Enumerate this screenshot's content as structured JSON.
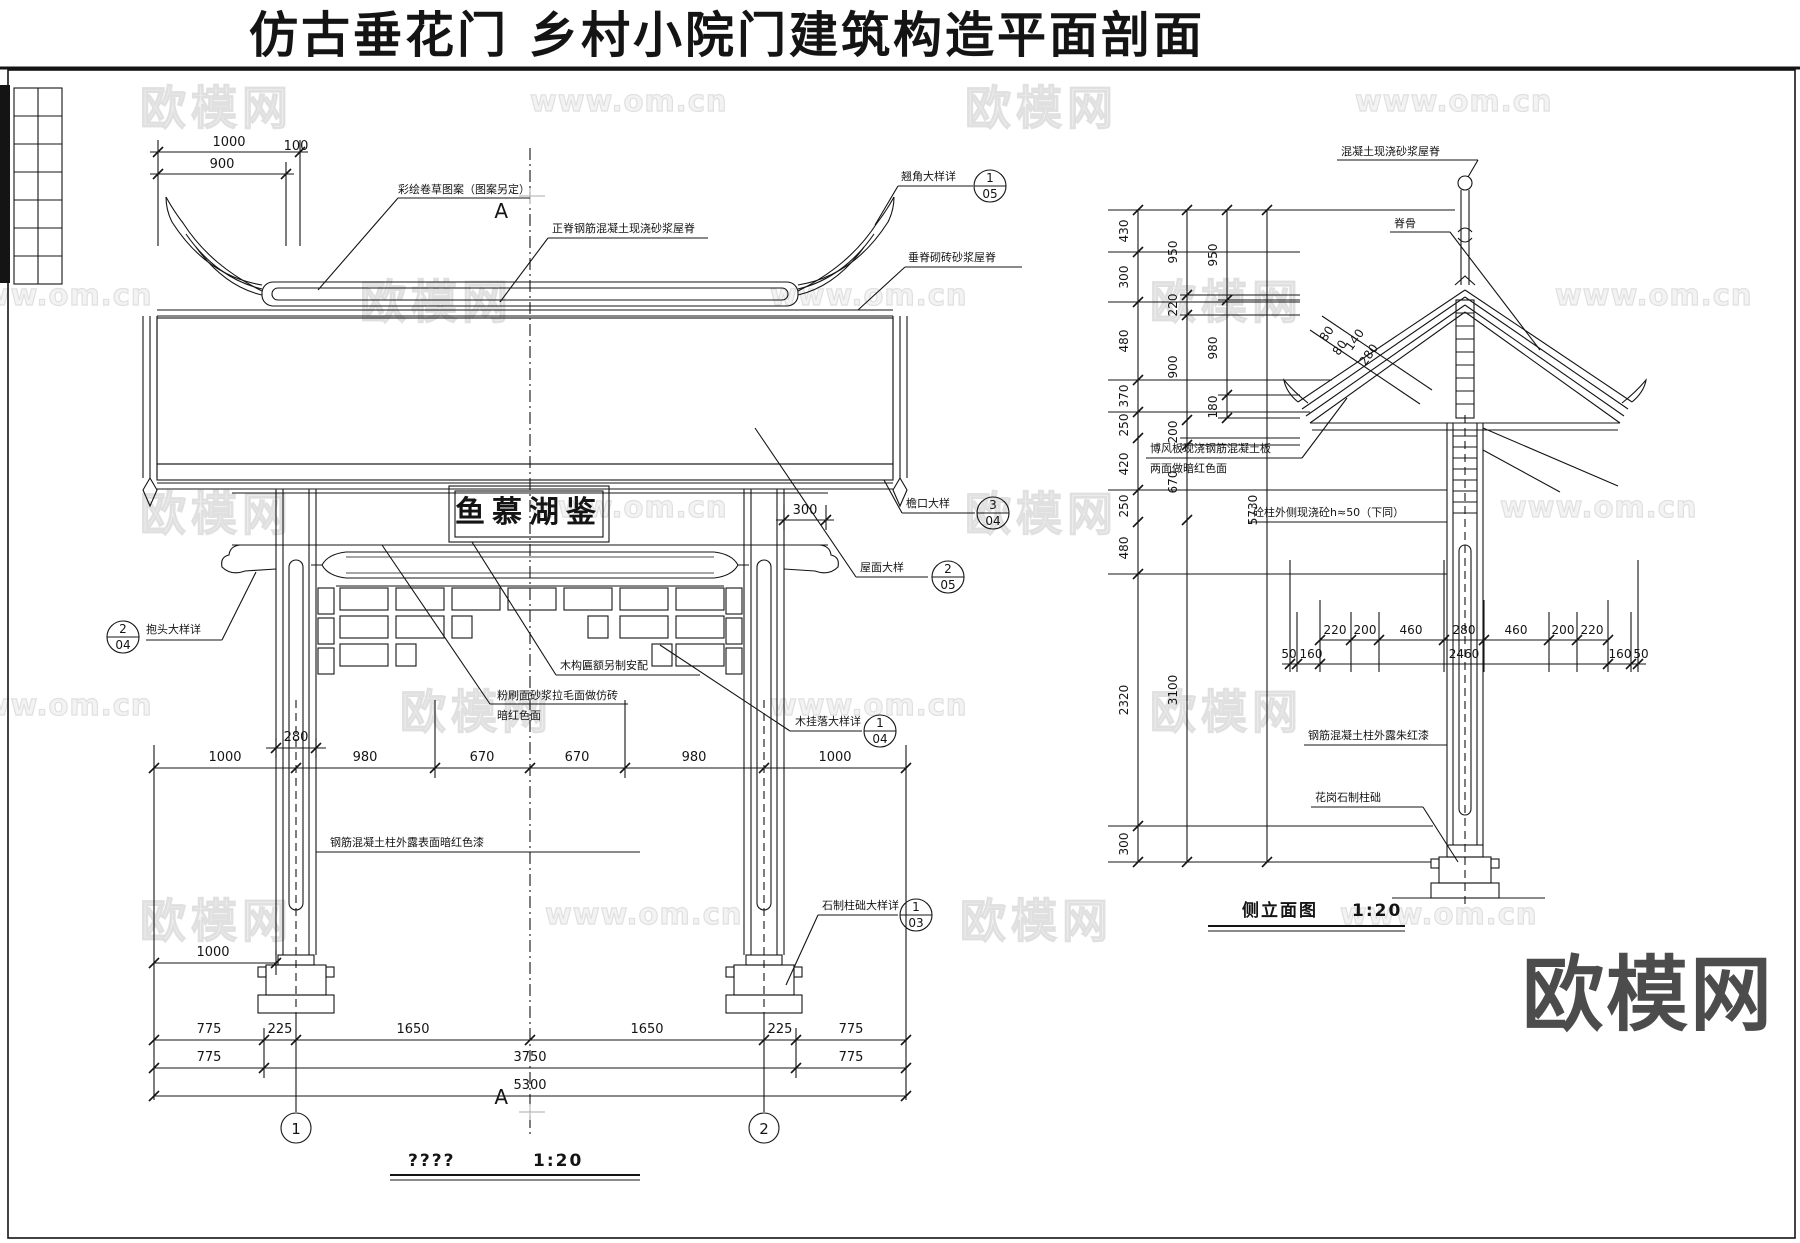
{
  "brand": {
    "watermark_cn": "欧模网",
    "watermark_url": "www.om.cn",
    "logo": "欧模网"
  },
  "sheet": {
    "title": "仿古垂花门 乡村小院门建筑构造平面剖面"
  },
  "front": {
    "plaque": "鱼慕湖鉴",
    "view_name": "????",
    "view_scale": "1:20",
    "section_label": "A",
    "grid": [
      "1",
      "2"
    ],
    "top_dims": [
      "1000",
      "900",
      "100"
    ],
    "bracket_dim": "300",
    "col_width_dim": "280",
    "base_dim": "1000",
    "mid_dims": [
      "1000",
      "980",
      "670",
      "670",
      "980",
      "1000"
    ],
    "bot1": [
      "775",
      "225",
      "1650",
      "1650",
      "225",
      "775"
    ],
    "bot2": [
      "775",
      "3750",
      "775"
    ],
    "bot3": [
      "5300"
    ],
    "ann": {
      "ridge_pattern": "彩绘卷草图案（图案另定）",
      "main_ridge": "正脊钢筋混凝土现浇砂浆屋脊",
      "corner": "翘角大样详",
      "corner_n": "1",
      "corner_s": "05",
      "hip_ridge": "垂脊砌砖砂浆屋脊",
      "eave": "檐口大样",
      "eave_n": "3",
      "eave_s": "04",
      "roof": "屋面大样",
      "roof_n": "2",
      "roof_s": "05",
      "beam_head": "抱头大样详",
      "beam_head_n": "2",
      "beam_head_s": "04",
      "plaque_note": "木构匾额另制安配",
      "wall1": "粉刷面砂浆拉毛面做仿砖",
      "wall2": "暗红色面",
      "gualuo": "木挂落大样详",
      "gualuo_n": "1",
      "gualuo_s": "04",
      "column": "钢筋混凝土柱外露表面暗红色漆",
      "plinth": "石制柱础大样详",
      "plinth_n": "1",
      "plinth_s": "03"
    }
  },
  "side": {
    "view_name": "侧立面图",
    "view_scale": "1:20",
    "colA": [
      "430",
      "300",
      "480",
      "370",
      "250",
      "420",
      "250",
      "480",
      "2320",
      "300"
    ],
    "colB": [
      "950",
      "220",
      "900",
      "200",
      "670",
      "3100"
    ],
    "colC": [
      "950",
      "980",
      "180"
    ],
    "colD": [
      "5730"
    ],
    "slope_dims": [
      "80",
      "80",
      "140",
      "280"
    ],
    "h1": [
      "220",
      "200",
      "460",
      "280",
      "460",
      "200",
      "220"
    ],
    "h2": [
      "50",
      "160",
      "2460",
      "160",
      "50"
    ],
    "ann": {
      "ridge": "混凝土现浇砂浆屋脊",
      "rafter": "脊骨",
      "bofeng1": "博风板现浇钢筋混凝土板",
      "bofeng2": "两面做暗红色面",
      "col_side": "砼柱外侧现浇砼h≈50（下同）",
      "col_paint": "钢筋混凝土柱外露朱红漆",
      "plinth": "花岗石制柱础"
    }
  }
}
